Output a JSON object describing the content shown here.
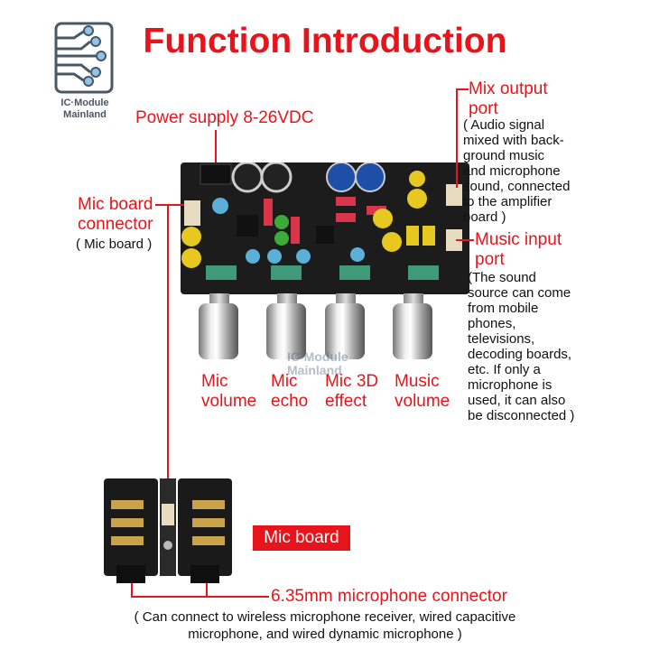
{
  "title": "Function Introduction",
  "logo": {
    "text_line1": "IC·Module",
    "text_line2": "Mainland"
  },
  "watermark": {
    "line1": "IC·Module",
    "line2": "Mainland"
  },
  "labels": {
    "power_supply": "Power supply 8-26VDC",
    "mic_board_connector_1": "Mic board",
    "mic_board_connector_2": "connector",
    "mic_board_connector_note": "( Mic board )",
    "mix_output_1": "Mix output",
    "mix_output_2": "port",
    "mix_output_note": [
      "( Audio signal",
      "mixed with back-",
      "ground music",
      "and microphone",
      "sound, connected",
      "to the amplifier",
      "board )"
    ],
    "music_input_1": "Music input",
    "music_input_2": "port",
    "music_input_note": [
      "(The sound",
      "source can come",
      "from mobile",
      "phones,",
      "televisions,",
      "decoding boards,",
      "etc. If only a",
      "microphone is",
      "used, it can also",
      "be disconnected )"
    ],
    "knobs": [
      {
        "line1": "Mic",
        "line2": "volume"
      },
      {
        "line1": "Mic",
        "line2": "echo"
      },
      {
        "line1": "Mic 3D",
        "line2": "effect"
      },
      {
        "line1": "Music",
        "line2": "volume"
      }
    ],
    "mic_board_badge": "Mic board",
    "connector": "6.35mm microphone connector",
    "connector_note_1": "( Can connect to wireless microphone receiver, wired capacitive",
    "connector_note_2": "microphone, and wired dynamic microphone )"
  },
  "colors": {
    "accent": "#e8141c",
    "pcb": "#1c1c1c",
    "logo": "#4a5866",
    "logo_dot": "#8fc3e8"
  }
}
